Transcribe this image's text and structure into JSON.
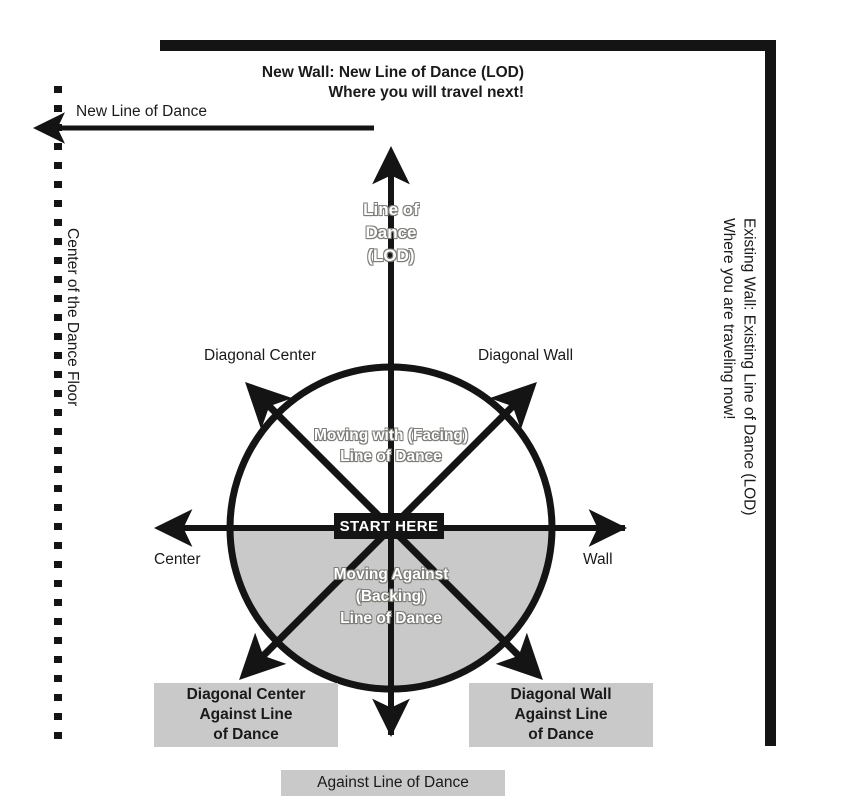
{
  "diagram": {
    "title_block": {
      "line1": "New Wall: New Line of Dance (LOD)",
      "line2": "Where you will travel next!"
    },
    "walls": {
      "existing_wall_label": "Existing Wall: Existing Line of Dance (LOD)\nWhere you are traveling now!",
      "center_floor_label": "Center of the Dance Floor"
    },
    "new_lod_arrow_label": "New Line of Dance",
    "compass": {
      "up": "Line of\nDance\n(LOD)",
      "up_line1": "Line of",
      "up_line2": "Dance",
      "up_line3": "(LOD)",
      "diagonal_center": "Diagonal Center",
      "diagonal_wall": "Diagonal Wall",
      "center": "Center",
      "wall": "Wall",
      "start": "START HERE",
      "upper_zone_line1": "Moving with (Facing)",
      "upper_zone_line2": "Line of Dance",
      "lower_zone_line1": "Moving Against",
      "lower_zone_line2": "(Backing)",
      "lower_zone_line3": "Line of Dance",
      "diagonal_center_against": "Diagonal Center\nAgainst Line\nof Dance",
      "diagonal_wall_against": "Diagonal Wall\nAgainst Line\nof Dance",
      "against_lod": "Against Line of Dance"
    },
    "colors": {
      "ink": "#141414",
      "gray_fill": "#c9c9c9",
      "background": "#ffffff",
      "ghost_text": "#ffffff"
    }
  }
}
